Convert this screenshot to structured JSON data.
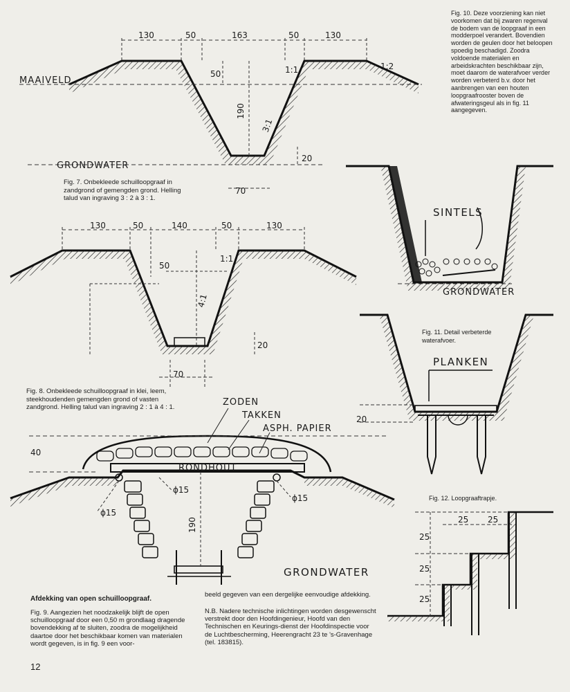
{
  "page_number": "12",
  "fig7": {
    "dims": [
      "130",
      "50",
      "163",
      "50",
      "130",
      "50",
      "190",
      "20",
      "70"
    ],
    "slopes": [
      "1:2",
      "1:1",
      "3:1"
    ],
    "ground_label": "MAAIVELD",
    "water_label": "GRONDWATER",
    "caption": "Fig. 7. Onbekleede schuilloopgraaf in zandgrond of gemengden grond. Helling talud van ingraving 3 : 2 à 3 : 1."
  },
  "fig8": {
    "dims": [
      "130",
      "50",
      "140",
      "50",
      "130",
      "50",
      "20",
      "70"
    ],
    "slopes": [
      "1:1",
      "4:1"
    ],
    "caption": "Fig. 8. Onbekleede schuilloopgraaf in klei, leem, steekhoudenden gemengden grond of vasten zandgrond. Helling talud van ingraving 2 : 1 à 4 : 1."
  },
  "fig9": {
    "labels": {
      "zoden": "ZODEN",
      "takken": "TAKKEN",
      "papier": "ASPH. PAPIER",
      "rondhout": "RONDHOUT",
      "water": "GRONDWATER"
    },
    "dims": [
      "40",
      "190",
      "ϕ15",
      "ϕ15",
      "ϕ15"
    ],
    "title": "Afdekking van open schuilloopgraaf.",
    "caption_left": "Fig. 9. Aangezien het noodzakelijk blijft de open schuilloopgraaf door een 0,50 m grondlaag dragende bovendekking af te sluiten, zoodra de mogelijkheid daartoe door het beschikbaar komen van materialen wordt gegeven, is in fig. 9 een voor-",
    "caption_right": "beeld gegeven van een dergelijke eenvoudige afdekking.",
    "note": "N.B. Nadere technische inlichtingen worden desgewenscht verstrekt door den Hoofdingenieur, Hoofd van den Technischen en Keurings-dienst der Hoofdinspectie voor de Luchtbescherming, Heerengracht 23 te 's-Gravenhage (tel. 183815)."
  },
  "fig10": {
    "caption": "Fig. 10. Deze voorziening kan niet voorkomen dat bij zwaren regenval de bodem van de loopgraaf in een modderpoel verandert. Bovendien worden de geulen door het beloopen spoedig beschadigd. Zoodra voldoende materialen en arbeidskrachten beschikbaar zijn, moet daarom de waterafvoer verder worden verbeterd b.v. door het aanbrengen van een houten loopgraafrooster boven de afwateringsgeul als in fig. 11 aangegeven."
  },
  "fig10_sketch": {
    "sintels": "SINTELS",
    "water": "GRONDWATER"
  },
  "fig11": {
    "planken": "PLANKEN",
    "dim": "20",
    "caption": "Fig. 11. Detail verbeterde waterafvoer."
  },
  "fig12": {
    "dims": [
      "25",
      "25",
      "25",
      "25",
      "25"
    ],
    "caption": "Fig. 12. Loopgraaftrapje."
  }
}
